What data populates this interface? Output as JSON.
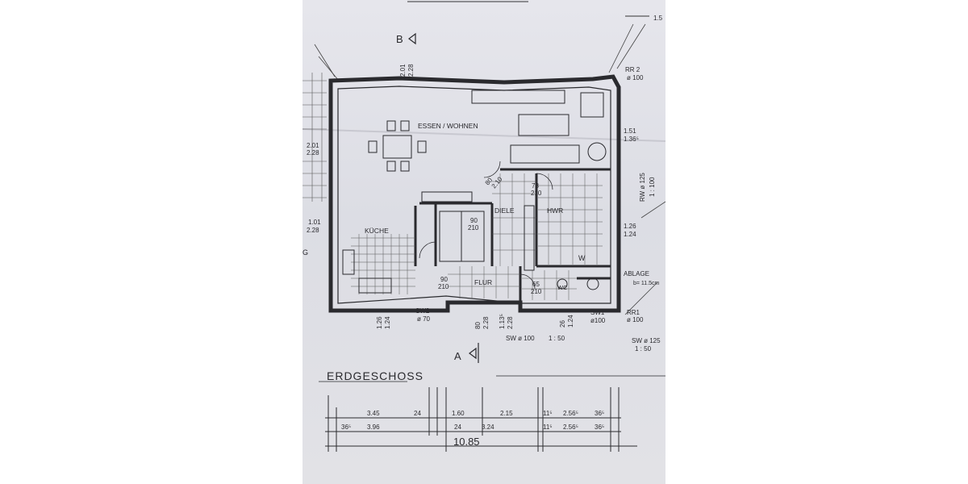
{
  "title": "ERDGESCHOSS",
  "section_markers": {
    "top": "B",
    "bottom": "A"
  },
  "rooms": {
    "essen_wohnen": "ESSEN / WOHNEN",
    "kueche": "KÜCHE",
    "diele": "DIELE",
    "hwr": "HWR",
    "flur": "FLUR",
    "wc": "WC",
    "ablage_line1": "ABLAGE",
    "ablage_line2": "b= 11.5cm",
    "w_marker": "W"
  },
  "pipes": {
    "rr2": "RR 2",
    "rr2_d": "ø 100",
    "rr1": "RR1",
    "rr1_d": "ø 100",
    "sw1": "SW1",
    "sw1_d": "ø100",
    "sw2": "SW2",
    "sw2_d": "ø 70",
    "sw_bottom": "SW ø 100",
    "sw_bottom_slope": "1 : 50",
    "sw_right": "SW ø 125",
    "sw_right_slope": "1 : 50",
    "rw": "RW ø 125",
    "rw_slope": "1 : 100"
  },
  "openings": {
    "top_a": "2.01",
    "top_b": "2.28",
    "left1_a": "2.01",
    "left1_b": "2.28",
    "left2_a": "1.01",
    "left2_b": "2.28",
    "right1_a": "1.51",
    "right1_b": "1.36⁵",
    "right2_a": "1.26",
    "right2_b": "1.24",
    "bot1_a": "1.26",
    "bot1_b": "1.24",
    "bot2_a": "80",
    "bot2_b": "2.28",
    "bot3_a": "1.13⁵",
    "bot3_b": "2.28",
    "bot4_a": "26",
    "bot4_b": "1.24",
    "door_diag_a": "80",
    "door_diag_b": "2.10",
    "door_hwr_a": "78",
    "door_hwr_b": "210",
    "door_stair_a": "90",
    "door_stair_b": "210",
    "door_kitchen_a": "90",
    "door_kitchen_b": "210",
    "door_wc_a": "65",
    "door_wc_b": "210",
    "corner_top": "1.5",
    "left_edge": "G"
  },
  "dimensions": {
    "row1": [
      "3.45",
      "24",
      "1.60",
      "2.15",
      "11⁵",
      "2.56⁵",
      "36⁵"
    ],
    "row2": [
      "36⁵",
      "3.96",
      "24",
      "3.24",
      "11⁵",
      "2.56⁵",
      "36⁵"
    ],
    "total": "10.85"
  }
}
